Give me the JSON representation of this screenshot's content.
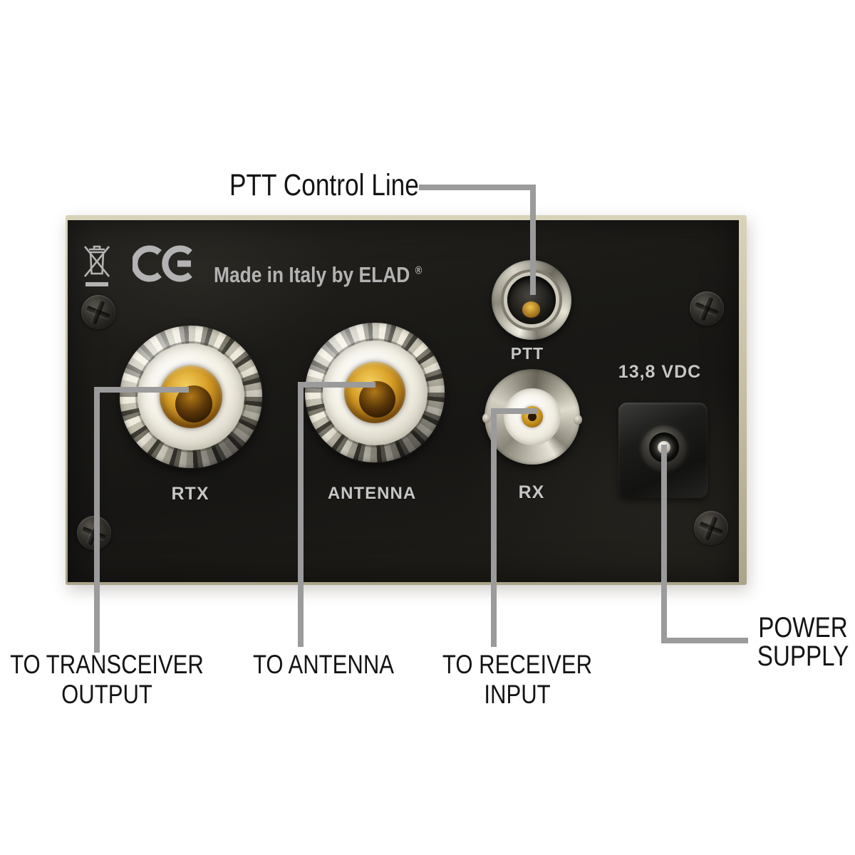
{
  "annotations": {
    "ptt_line": "PTT Control Line",
    "transceiver_line1": "TO TRANSCEIVER",
    "transceiver_line2": "OUTPUT",
    "antenna": "TO ANTENNA",
    "receiver_line1": "TO RECEIVER",
    "receiver_line2": "INPUT",
    "power_line1": "POWER",
    "power_line2": "SUPPLY"
  },
  "panel": {
    "made_in": "Made in Italy by ELAD",
    "registered": "®",
    "ce_mark": "CE",
    "weee_mark": "crossed-out-wheelie-bin",
    "ports": {
      "ptt": "PTT",
      "rtx": "RTX",
      "antenna": "ANTENNA",
      "rx": "RX",
      "dc": "13,8 VDC"
    }
  },
  "colors": {
    "background": "#ffffff",
    "panel": "#1b1a17",
    "plate_edge": "#c9c2a8",
    "callout_line": "#9b9b9b",
    "annotation_text": "#141414",
    "panel_text": "#c6c6c6",
    "gold_center": "#c8912a",
    "insulator_white": "#f1eee4"
  }
}
